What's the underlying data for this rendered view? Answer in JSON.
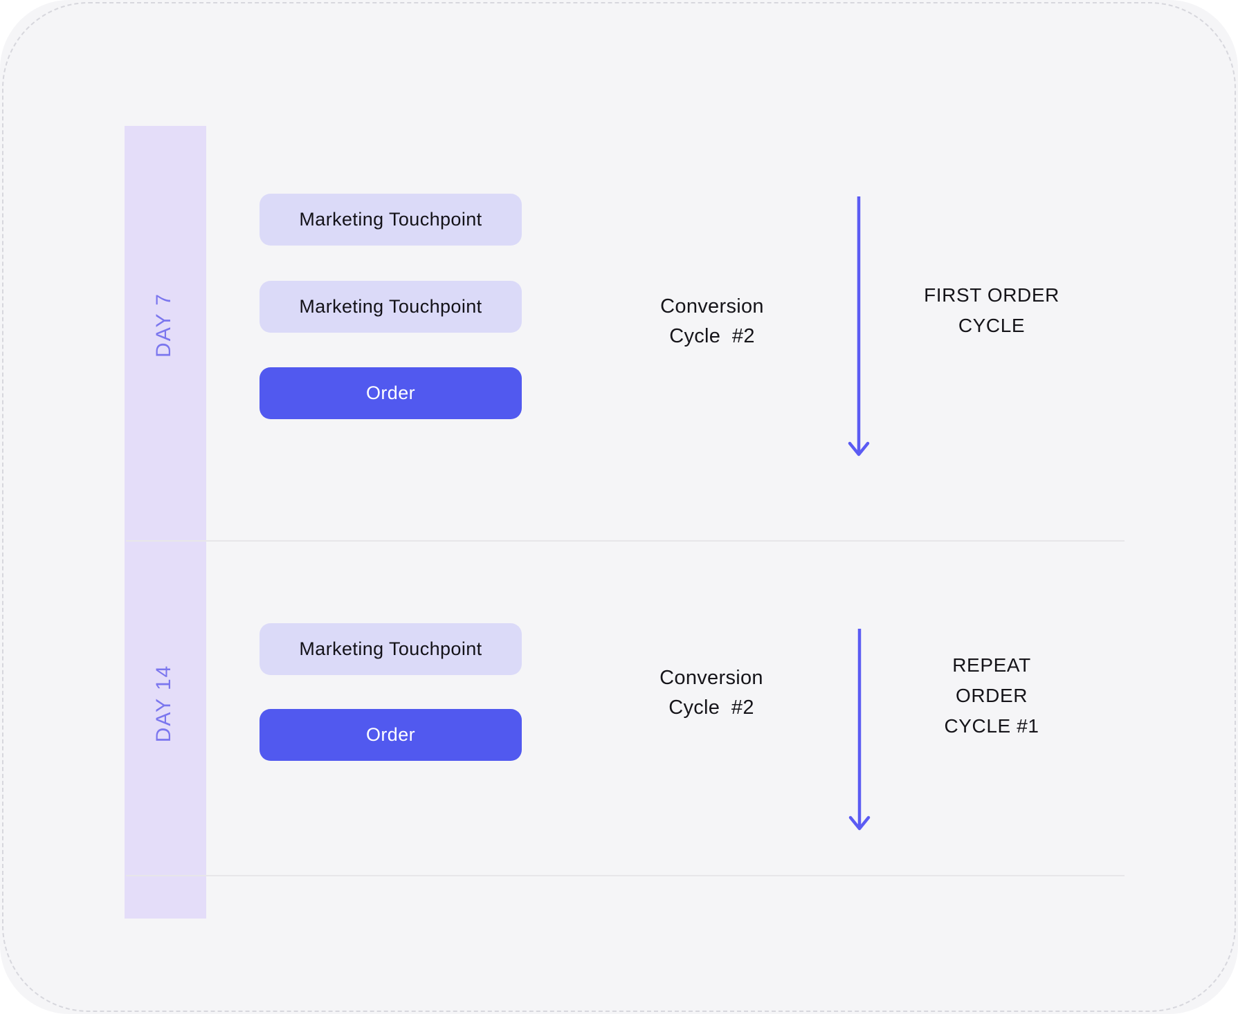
{
  "colors": {
    "card_background": "#f5f5f7",
    "timeline_bar": "#e4ddf9",
    "day_label_text": "#7b76ee",
    "touchpoint_pill_bg": "#dbdaf8",
    "order_button_bg": "#5159ef",
    "order_button_text": "#ffffff",
    "arrow": "#5b5bf3",
    "dark_text": "#151419",
    "divider": "#e7e6e9"
  },
  "timeline": {
    "sections": [
      {
        "day_label": "DAY 7",
        "touchpoints": [
          "Marketing Touchpoint",
          "Marketing Touchpoint"
        ],
        "order_label": "Order",
        "cycle_lines": [
          "Conversion",
          "Cycle  #2"
        ],
        "phase_lines": [
          "FIRST ORDER",
          "CYCLE"
        ]
      },
      {
        "day_label": "DAY 14",
        "touchpoints": [
          "Marketing Touchpoint"
        ],
        "order_label": "Order",
        "cycle_lines": [
          "Conversion",
          "Cycle  #2"
        ],
        "phase_lines": [
          "REPEAT",
          "ORDER",
          "CYCLE #1"
        ]
      }
    ]
  }
}
